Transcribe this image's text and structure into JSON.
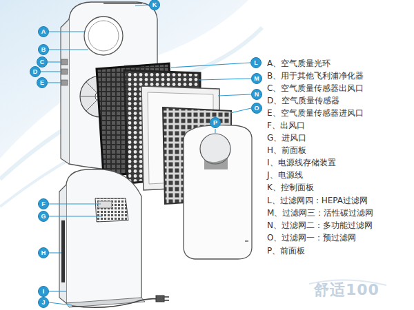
{
  "diagram": {
    "nodes": [
      {
        "text": [
          "K"
        ]
      },
      {
        "text": [
          "A"
        ]
      },
      {
        "text": [
          "B"
        ]
      },
      {
        "text": [
          "C"
        ]
      },
      {
        "text": [
          "D"
        ]
      },
      {
        "text": [
          "E"
        ]
      },
      {
        "text": [
          "L"
        ]
      },
      {
        "text": [
          "M"
        ]
      },
      {
        "text": [
          "N"
        ]
      },
      {
        "text": [
          "O"
        ]
      },
      {
        "text": [
          "P"
        ]
      },
      {
        "text": [
          "F"
        ]
      },
      {
        "text": [
          "G"
        ]
      },
      {
        "text": [
          "H"
        ]
      },
      {
        "text": [
          "I"
        ]
      },
      {
        "text": [
          "J"
        ]
      }
    ],
    "labels": [
      "A、空气质量光环",
      "B、用于其他飞利浦净化器",
      "C、空气质量传感器出风口",
      "D、空气质量传感器",
      "E、空气质量传感器进风口",
      "F、出风口",
      "G、进风口",
      "H、前面板",
      "I、电源线存储装置",
      "J、电源线",
      "K、控制面板",
      "L、过滤网四：HEPA过滤网",
      "M、过滤网三：活性碳过滤网",
      "N、过滤网二：多功能过滤网",
      "O、过滤网一：预过滤网",
      "P、前面板",
      "舒适100"
    ]
  }
}
